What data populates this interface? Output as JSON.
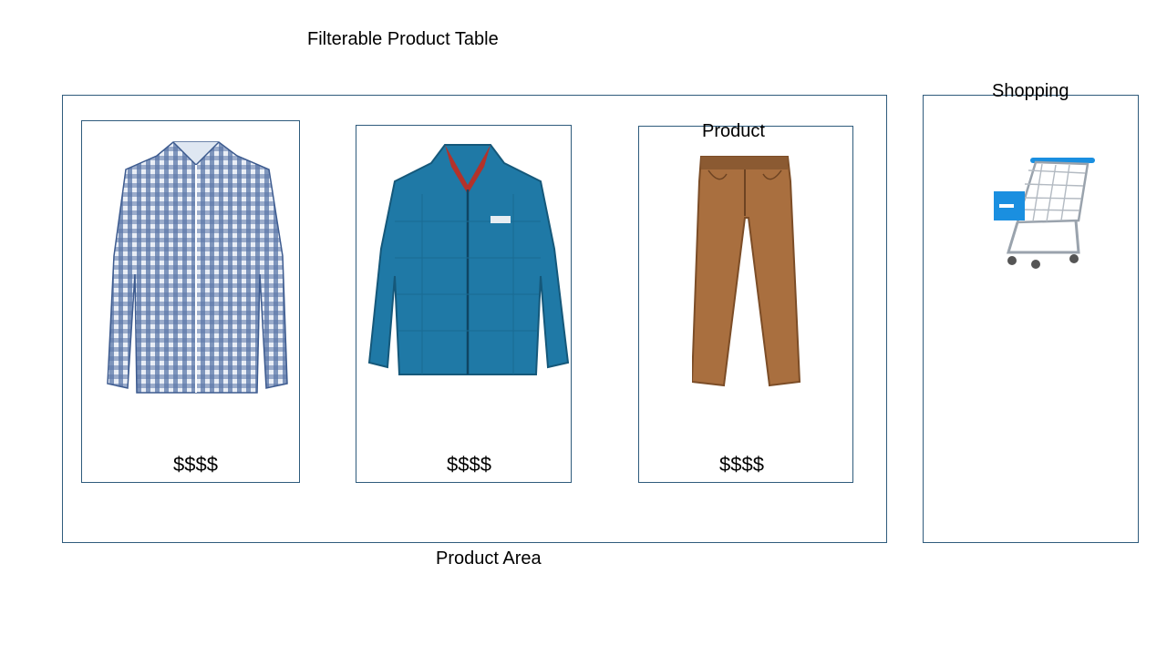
{
  "page": {
    "title": "Filterable Product Table"
  },
  "product_area": {
    "label": "Product Area",
    "border_color": "#2f5b7c"
  },
  "products": [
    {
      "name": "gingham-shirt",
      "price": "$$$$",
      "icon": "shirt-icon",
      "color": "#3d5b8f"
    },
    {
      "name": "blue-puffer-jacket",
      "price": "$$$$",
      "icon": "jacket-icon",
      "color": "#1f6f98"
    },
    {
      "name": "brown-pants",
      "price": "$$$$",
      "icon": "pants-icon",
      "color": "#a86c3c",
      "label": "Product"
    }
  ],
  "shopping": {
    "label": "Shopping",
    "icon": "shopping-cart-icon",
    "accent": "#1a8fe0"
  }
}
